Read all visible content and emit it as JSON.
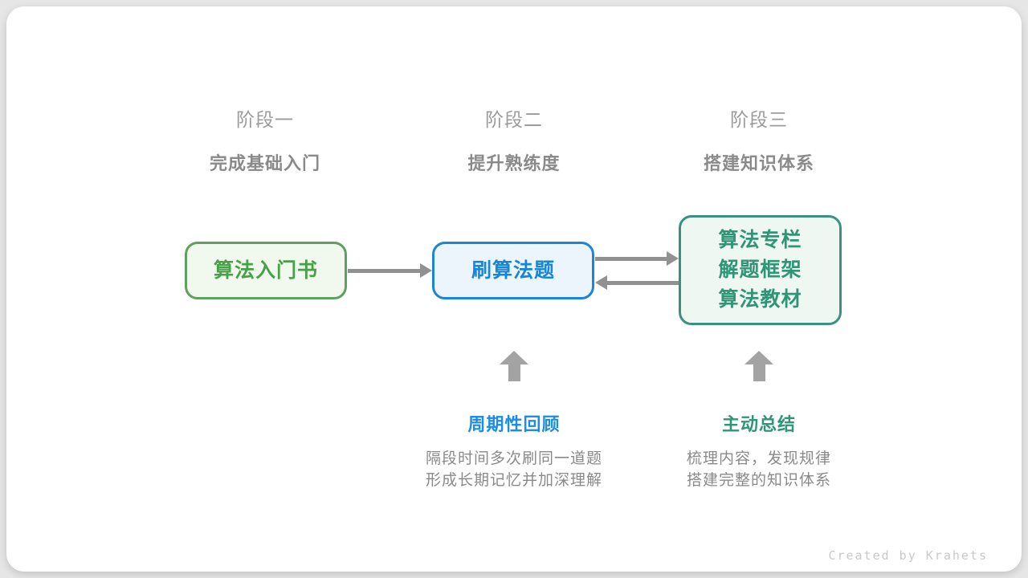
{
  "stages": [
    {
      "label": "阶段一",
      "subtitle": "完成基础入门"
    },
    {
      "label": "阶段二",
      "subtitle": "提升熟练度"
    },
    {
      "label": "阶段三",
      "subtitle": "搭建知识体系"
    }
  ],
  "nodes": [
    {
      "id": "intro-book",
      "label": "算法入门书"
    },
    {
      "id": "practice",
      "label": "刷算法题"
    },
    {
      "id": "resources",
      "lines": [
        "算法专栏",
        "解题框架",
        "算法教材"
      ]
    }
  ],
  "annotations": [
    {
      "title": "周期性回顾",
      "desc_line1": "隔段时间多次刷同一道题",
      "desc_line2": "形成长期记忆并加深理解"
    },
    {
      "title": "主动总结",
      "desc_line1": "梳理内容，发现规律",
      "desc_line2": "搭建完整的知识体系"
    }
  ],
  "footer": {
    "credit": "Created by Krahets"
  },
  "colors": {
    "green_border": "#5f9f5f",
    "green_text": "#46a246",
    "green_bg": "#f1f8ee",
    "blue_border": "#1d85d8",
    "blue_text": "#1686da",
    "blue_bg": "#edf5fc",
    "blue_anno": "#1b8de2",
    "teal_border": "#3b9181",
    "teal_text": "#2e9577",
    "teal_bg": "#eff7f2",
    "arrow_gray": "#919191",
    "uparrow_gray": "#a3a3a3",
    "label_gray": "#9b9b9b",
    "subtitle_gray": "#8a8a8a",
    "desc_gray": "#8a8a8a",
    "credit_gray": "#c9c9c9"
  }
}
